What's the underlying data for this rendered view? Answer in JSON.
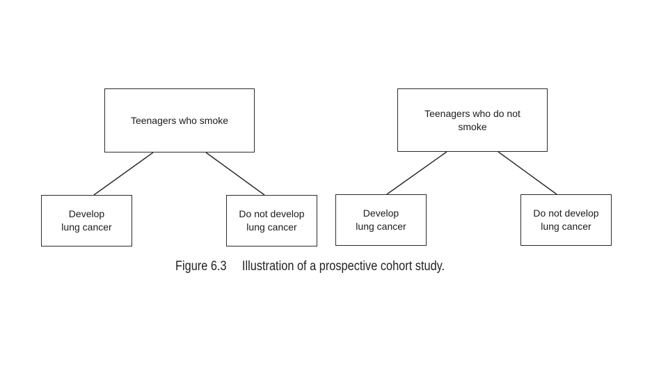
{
  "diagram": {
    "left_tree": {
      "root": "Teenagers who smoke",
      "children": [
        "Develop\nlung cancer",
        "Do not develop\nlung cancer"
      ]
    },
    "right_tree": {
      "root": "Teenagers who do not\nsmoke",
      "children": [
        "Develop\nlung cancer",
        "Do not develop\nlung cancer"
      ]
    }
  },
  "caption": {
    "label": "Figure 6.3",
    "text": "Illustration of a prospective cohort study."
  },
  "colors": {
    "line": "#2a2a2a",
    "text": "#1a1a1a",
    "background": "#ffffff"
  }
}
